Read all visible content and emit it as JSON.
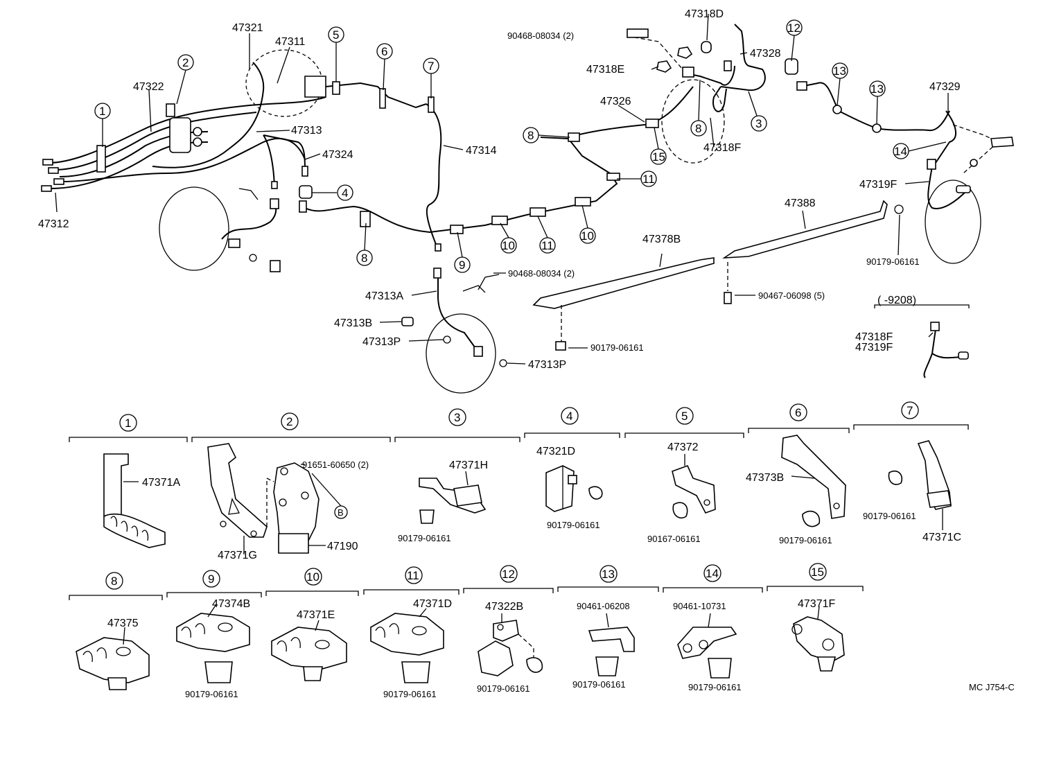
{
  "labels": {
    "p47321": "47321",
    "p47311": "47311",
    "p47322": "47322",
    "p47313": "47313",
    "p47324": "47324",
    "p47312": "47312",
    "p47314": "47314",
    "p47313A": "47313A",
    "p47313B": "47313B",
    "p47313P_a": "47313P",
    "p47313P_b": "47313P",
    "c90468_a": "90468-08034 (2)",
    "c90468_b": "90468-08034 (2)",
    "p47318D": "47318D",
    "p47318E": "47318E",
    "p47328": "47328",
    "p47326": "47326",
    "p47318F": "47318F",
    "p47329": "47329",
    "p47319F": "47319F",
    "p47388": "47388",
    "p47378B": "47378B",
    "c90179_top_r": "90179-06161",
    "c90179_top_m": "90179-06161",
    "c90467": "90467-06098 (5)",
    "range": "(        -9208)",
    "p47318F_b": "47318F",
    "p47319F_b": "47319F",
    "p47371A": "47371A",
    "c91651": "91651-60650 (2)",
    "markB": "B",
    "p47371G": "47371G",
    "p47190": "47190",
    "p47371H": "47371H",
    "c90179_3": "90179-06161",
    "p47321D": "47321D",
    "c90179_4": "90179-06161",
    "p47372": "47372",
    "c90167_5": "90167-06161",
    "p47373B": "47373B",
    "c90179_6": "90179-06161",
    "c90179_7": "90179-06161",
    "p47371C": "47371C",
    "p47375": "47375",
    "p47374B": "47374B",
    "p47371E": "47371E",
    "c90179_9": "90179-06161",
    "p47371D": "47371D",
    "c90179_11": "90179-06161",
    "p47322B": "47322B",
    "c90179_12": "90179-06161",
    "c90461_13": "90461-06208",
    "c90179_13": "90179-06161",
    "c90461_14": "90461-10731",
    "c90179_14": "90179-06161",
    "p47371F": "47371F",
    "code": "MC J754-C"
  },
  "callouts_top": [
    "1",
    "2",
    "4",
    "5",
    "6",
    "7",
    "8",
    "8",
    "9",
    "10",
    "10",
    "11",
    "11",
    "12",
    "13",
    "13",
    "14",
    "15",
    "3",
    "8"
  ],
  "groups": [
    "1",
    "2",
    "3",
    "4",
    "5",
    "6",
    "7",
    "8",
    "9",
    "10",
    "11",
    "12",
    "13",
    "14",
    "15"
  ]
}
